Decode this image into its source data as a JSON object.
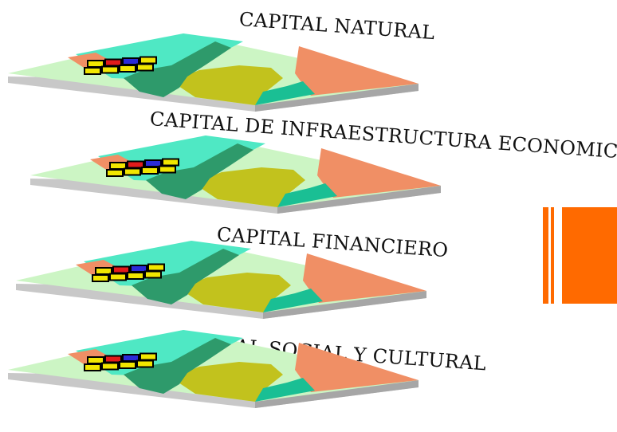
{
  "layers": [
    {
      "title": "CAPITAL NATURAL"
    },
    {
      "title": "CAPITAL DE INFRAESTRUCTURA ECONOMICA"
    },
    {
      "title": "CAPITAL FINANCIERO"
    },
    {
      "title": "CAPITAL SOCIAL Y CULTURAL"
    }
  ],
  "colors": {
    "light_green": "#ccf5c4",
    "mint": "#4fe8c4",
    "salmon": "#f08f65",
    "olive": "#c2c21d",
    "teal": "#1abf94",
    "dark_green": "#2e9a6b",
    "slab_side": "#a6a6a6",
    "slab_bottom": "#c8c8c8",
    "cell_yellow": "#f2e600",
    "cell_red": "#e21b1b",
    "cell_blue": "#2b2bd8",
    "accent_orange": "#ff6a00"
  },
  "icons": {
    "accent": "orange-vertical-bars"
  }
}
